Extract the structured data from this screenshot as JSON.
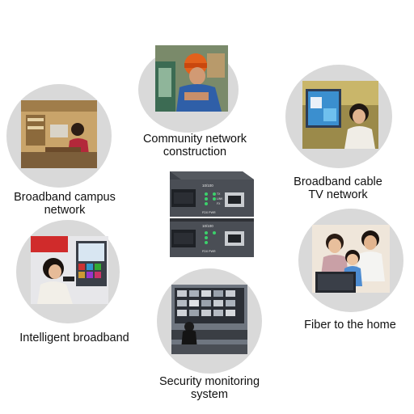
{
  "scenes": {
    "community": {
      "line1": "Community network",
      "line2": "construction"
    },
    "campus": {
      "line1": "Broadband campus",
      "line2": "network"
    },
    "cable": {
      "line1": "Broadband cable",
      "line2": "TV network"
    },
    "intelligent": {
      "line1": "Intelligent broadband"
    },
    "fiber": {
      "line1": "Fiber to the home"
    },
    "security": {
      "line1": "Security monitoring",
      "line2": "system"
    }
  },
  "device": {
    "port_label_top": "10/100",
    "port_label_bottom": "10/100",
    "led_labels": [
      "TX",
      "LINK",
      "FX"
    ],
    "status_label": "FDX PWR"
  },
  "colors": {
    "circle": "#d9d9d9",
    "device_body": "#3b3f45",
    "device_front": "#5a5f66",
    "text": "#111111"
  }
}
